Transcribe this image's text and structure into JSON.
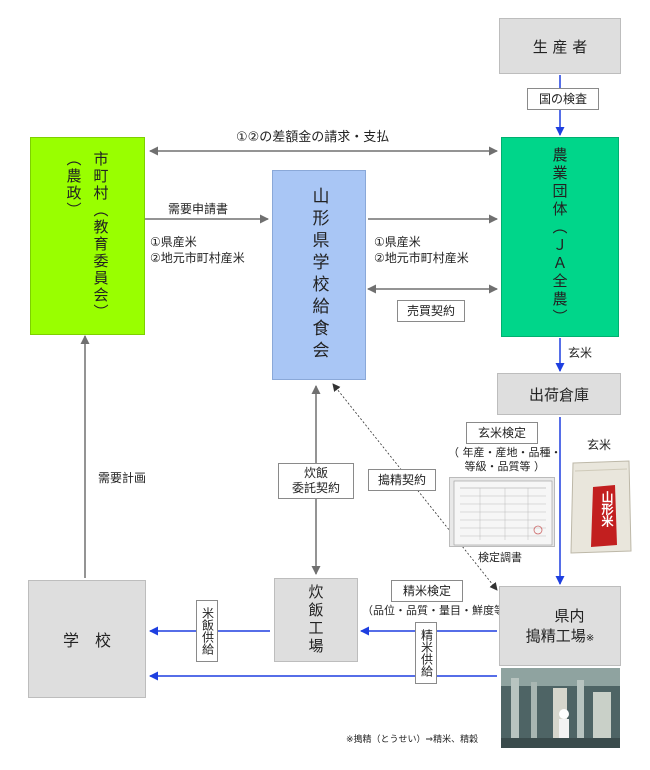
{
  "nodes": {
    "producer": "生 産 者",
    "municipality": "市町村（教育委員会）",
    "municipality_sub": "（農政）",
    "association": "山形県学校給食会",
    "ja": "農業団体（ＪＡ全農）",
    "warehouse": "出荷倉庫",
    "mill": "県内\n搗精工場",
    "mill_mark": "※",
    "rice_plant": "炊飯工場",
    "school": "学　校"
  },
  "labels": {
    "national_inspection": "国の検査",
    "price_diff": "①②の差額金の請求・支払",
    "demand_request": "需要申請書",
    "rice_left_1": "①県産米",
    "rice_left_2": "②地元市町村産米",
    "rice_right_1": "①県産米",
    "rice_right_2": "②地元市町村産米",
    "sales_contract": "売買契約",
    "brown_rice": "玄米",
    "brown_rice_inspection": "玄米検定",
    "brown_rice_items": "（ 年産・産地・品種・\n等級・品質等 ）",
    "inspection_certificate": "検定調書",
    "brown_rice_photo": "玄米",
    "rice_bag_text": "山形米",
    "milling_contract": "搗精契約",
    "cooking_contract": "炊飯\n委託契約",
    "demand_plan": "需要計画",
    "milled_inspection": "精米検定",
    "milled_items": "（品位・品質・量目・鮮度等）",
    "milled_supply": "精米供給",
    "cooked_supply": "米飯供給",
    "footnote": "※搗精（とうせい）⇒精米、精穀"
  },
  "colors": {
    "green": "#99ff00",
    "blue": "#a9c6f5",
    "teal": "#00d68a",
    "gray": "#dedede",
    "arrow_blue": "#1e3fe0",
    "arrow_gray": "#707070"
  }
}
